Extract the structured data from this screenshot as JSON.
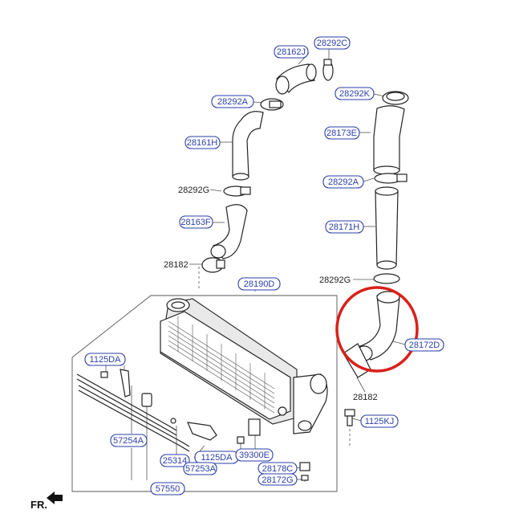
{
  "labels": {
    "l_28162J": "28162J",
    "l_28292C": "28292C",
    "l_28292A_top": "28292A",
    "l_28292K": "28292K",
    "l_28161H": "28161H",
    "l_28173E": "28173E",
    "l_28292G_left": "28292G",
    "l_28292A_right": "28292A",
    "l_28163F": "28163F",
    "l_28171H": "28171H",
    "l_28182_left": "28182",
    "l_28190D": "28190D",
    "l_28292G_right": "28292G",
    "l_28172D": "28172D",
    "l_1125DA_top": "1125DA",
    "l_28182_right": "28182",
    "l_1125KJ": "1125KJ",
    "l_57254A": "57254A",
    "l_25314": "25314",
    "l_1125DA_bottom": "1125DA",
    "l_39300E": "39300E",
    "l_57253A": "57253A",
    "l_28178C": "28178C",
    "l_28172G": "28172G",
    "l_57550": "57550"
  },
  "direction_marker": "FR.",
  "highlight_color": "#d9201a",
  "label_color": "#2b3fa8"
}
